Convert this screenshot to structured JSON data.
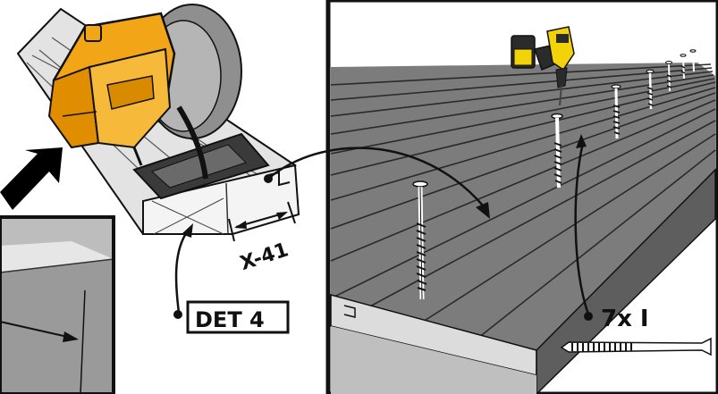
{
  "labels": {
    "cut_dimension": "X-41",
    "detail_ref": "DET 4",
    "screw_callout": "7x I"
  },
  "colors": {
    "saw_yellow": "#f2a516",
    "saw_dark": "#3a3a3a",
    "blade_gray": "#8f8f8f",
    "board_light": "#d8d8d8",
    "deck_gray": "#7c7c7c",
    "deck_side": "#5e5e5e",
    "drill_yellow": "#f2d30a",
    "outline": "#111111"
  },
  "icons": {
    "saw": "circular-saw-icon",
    "drill": "cordless-drill-icon",
    "arrow": "pointer-arrow-icon",
    "screw": "screw-icon"
  }
}
